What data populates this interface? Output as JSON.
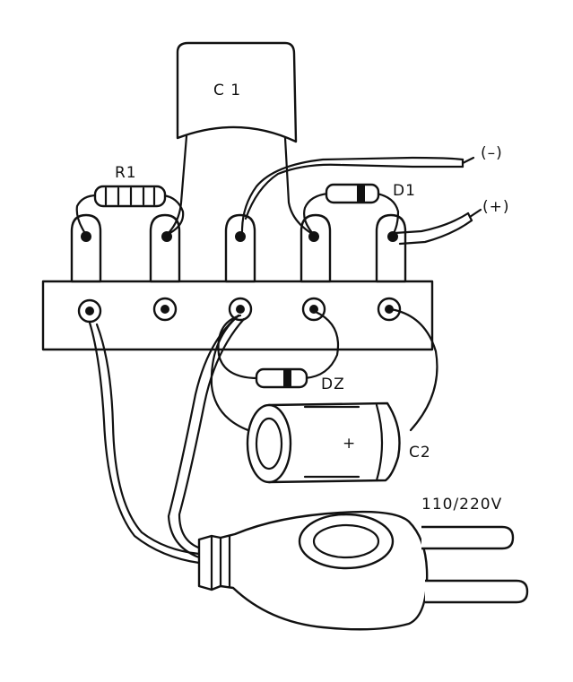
{
  "labels": {
    "c1": "C 1",
    "r1": "R1",
    "d1": "D1",
    "dz": "DZ",
    "c2": "C2",
    "c2_plus": "+",
    "neg": "(–)",
    "pos": "(+)",
    "voltage": "110/220V"
  }
}
